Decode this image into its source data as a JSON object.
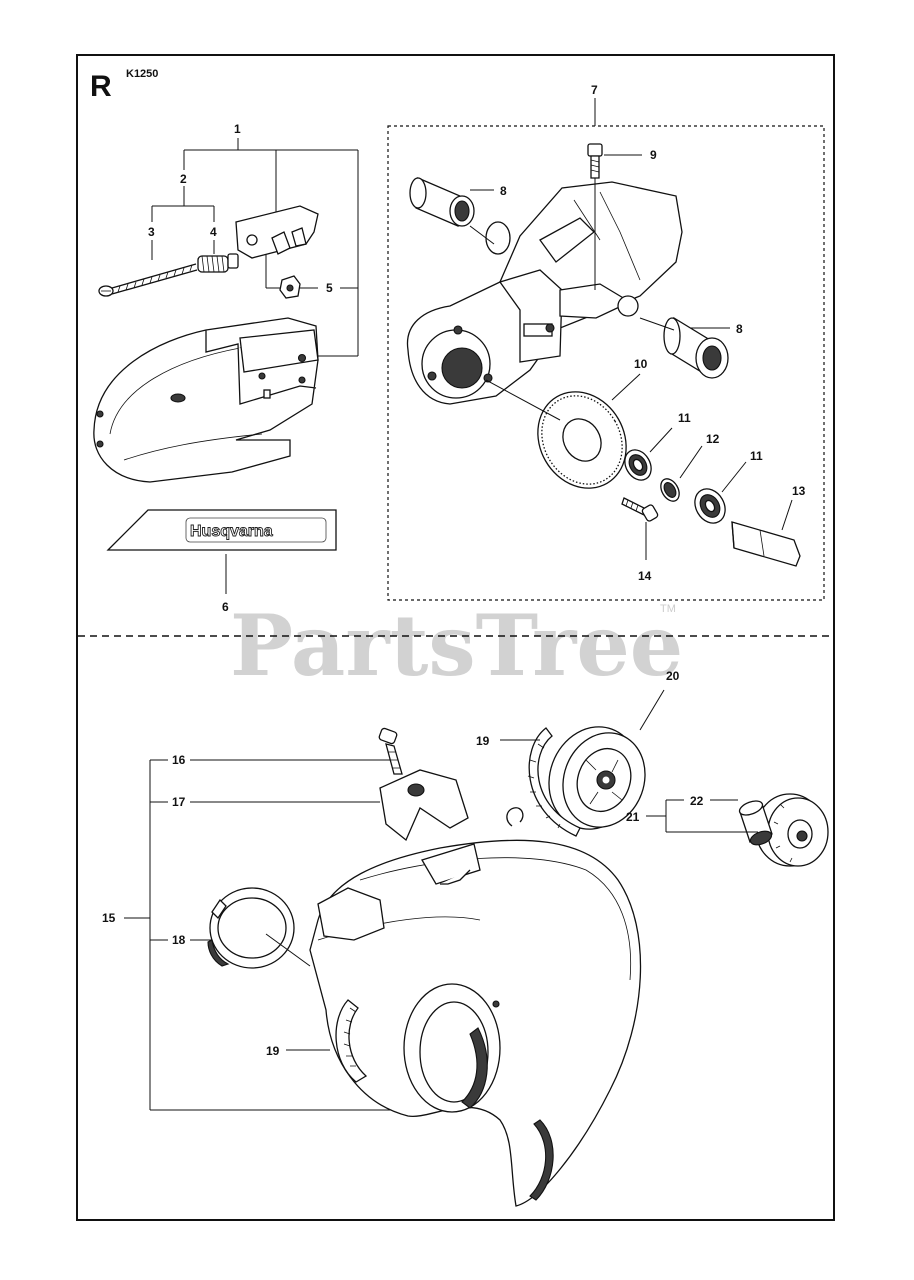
{
  "header": {
    "section_letter": "R",
    "model": "K1250"
  },
  "watermark": {
    "text": "PartsTree",
    "trademark": "TM"
  },
  "brand_label": {
    "text": "Husqvarna"
  },
  "callouts": [
    "1",
    "2",
    "3",
    "4",
    "5",
    "6",
    "7",
    "8",
    "8",
    "9",
    "10",
    "11",
    "11",
    "12",
    "13",
    "14",
    "15",
    "16",
    "17",
    "18",
    "19",
    "19",
    "20",
    "21",
    "22"
  ],
  "labels": {
    "c1": "1",
    "c2": "2",
    "c3": "3",
    "c4": "4",
    "c5": "5",
    "c6": "6",
    "c7": "7",
    "c8a": "8",
    "c8b": "8",
    "c9": "9",
    "c10": "10",
    "c11a": "11",
    "c11b": "11",
    "c12": "12",
    "c13": "13",
    "c14": "14",
    "c15": "15",
    "c16": "16",
    "c17": "17",
    "c18": "18",
    "c19a": "19",
    "c19b": "19",
    "c20": "20",
    "c21": "21",
    "c22": "22"
  }
}
